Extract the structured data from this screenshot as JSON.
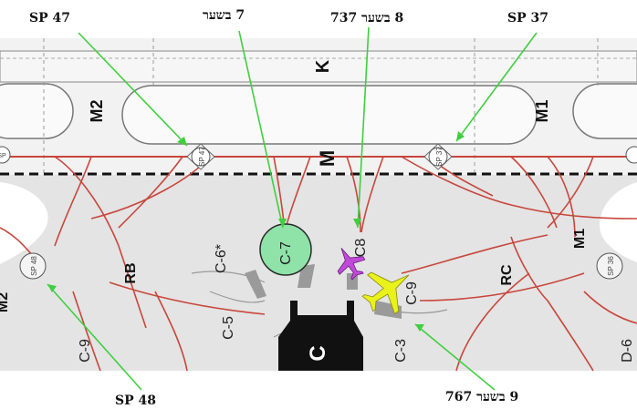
{
  "callouts": {
    "sp47": "SP 47",
    "gate7": "7 בשער",
    "gate8": "8 בשער 737",
    "sp37": "SP 37",
    "sp48": "SP 48",
    "gate9": "9 בשער 767"
  },
  "taxiways": {
    "k": "K",
    "m2": "M2",
    "m1": "M1",
    "m": "M",
    "rb": "RB",
    "rc": "RC",
    "m1_lower": "M1",
    "m2_edge": "M2",
    "c6": "C-6*",
    "c5": "C-5",
    "c3": "C-3",
    "c9": "C-9",
    "d6": "D-6",
    "c_terminal": "C",
    "c7": "C-7",
    "c8": "C8",
    "c9_gate": "C-9"
  },
  "spot_markers": {
    "sp47": "SP 47",
    "sp37": "SP 37",
    "sp48": "SP 48",
    "sp_right": "SP 36",
    "sp_left": "SP"
  },
  "colors": {
    "apron": "#e4e4e4",
    "taxiline": "#c8463c",
    "leader": "#3fcf3f",
    "gate7_fill": "#8fe3a8",
    "plane_magenta": "#c04ad8",
    "plane_yellow": "#e9f21a",
    "terminal": "#111111"
  }
}
